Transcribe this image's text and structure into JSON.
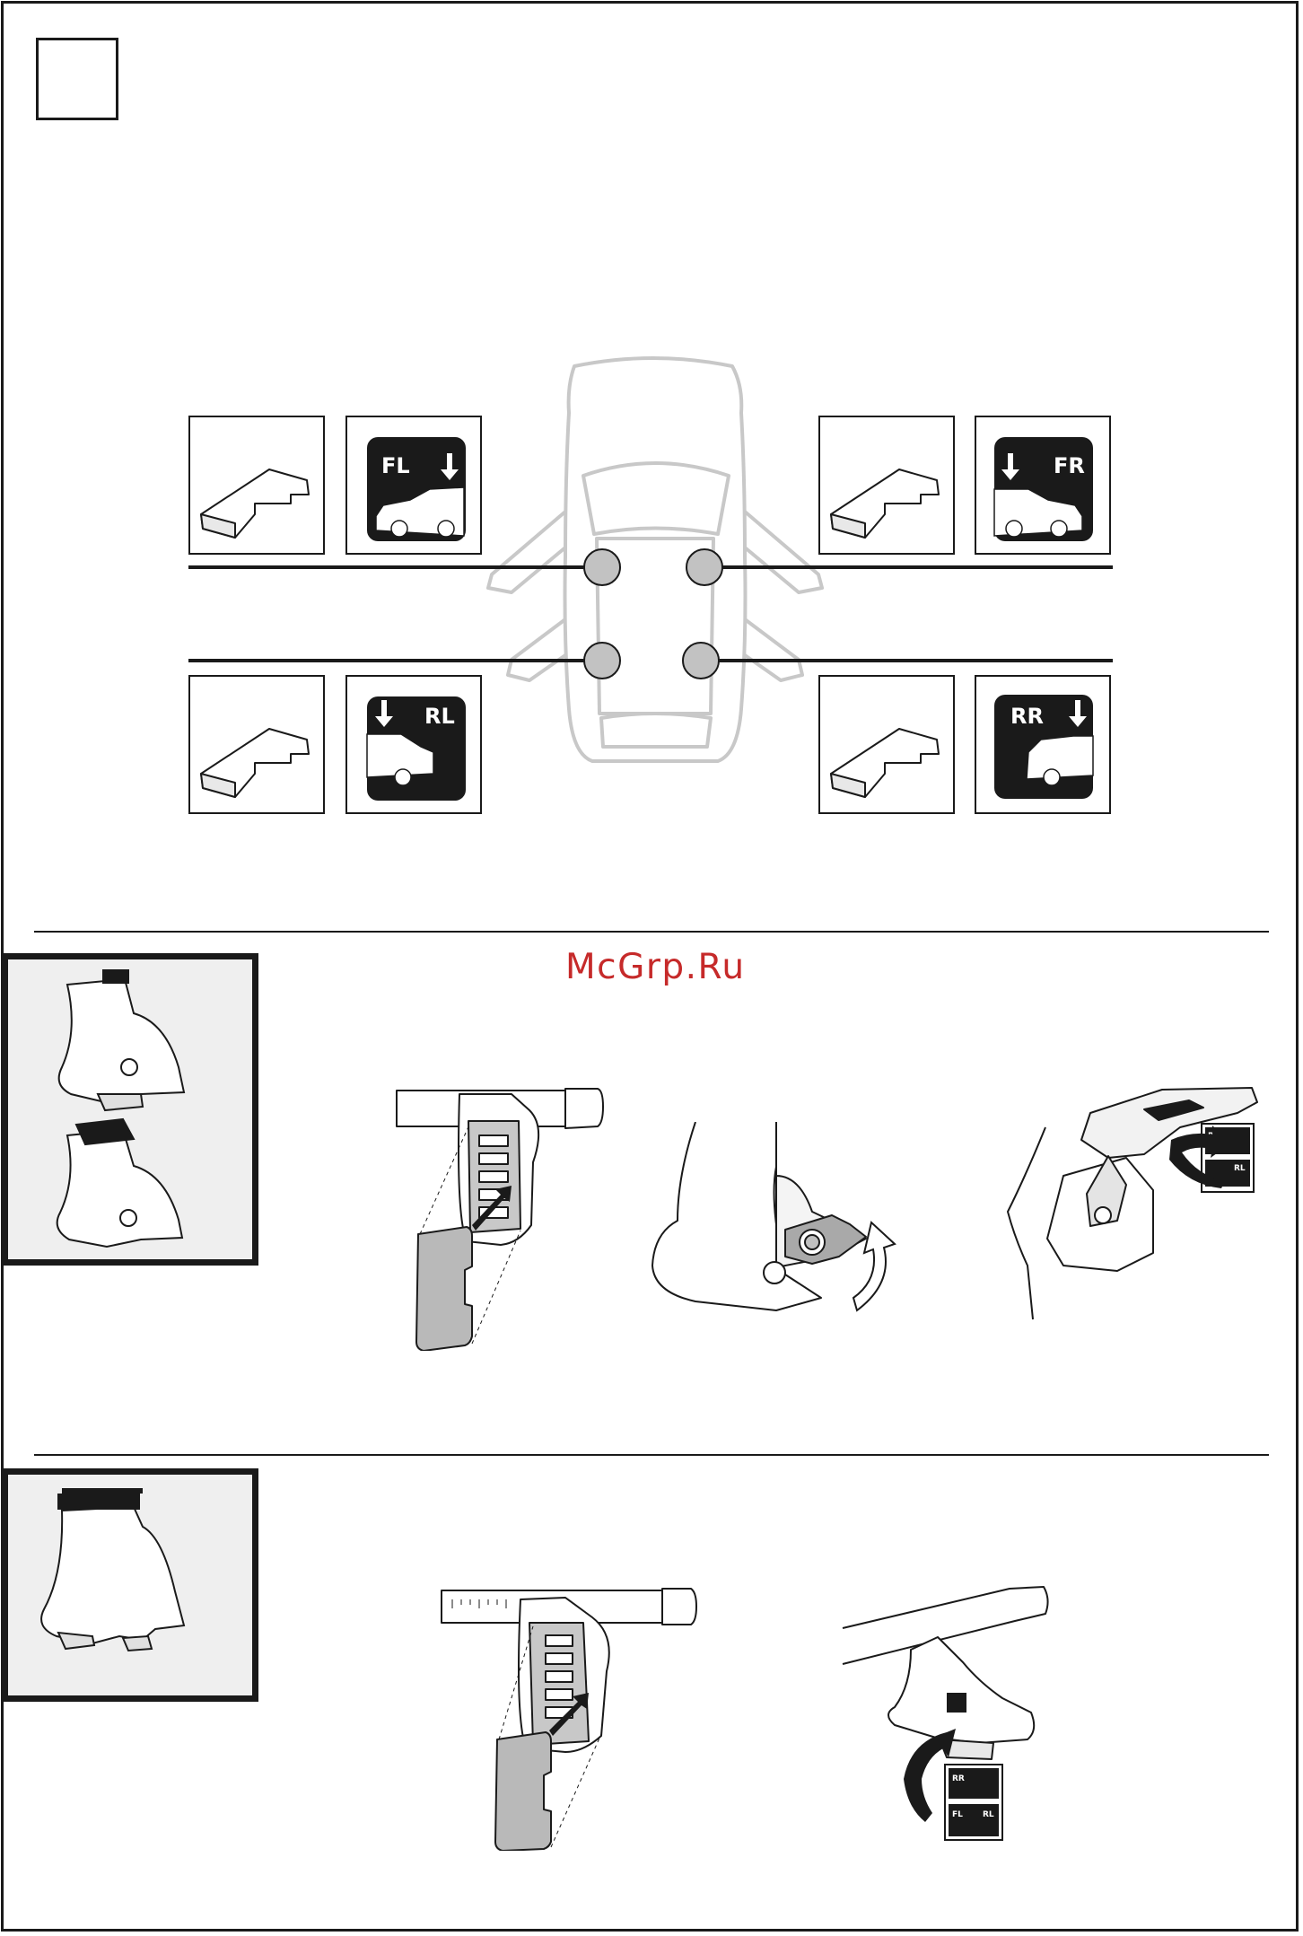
{
  "watermark": {
    "text": "McGrp.Ru",
    "color": "#c62a2a"
  },
  "positions": {
    "front_left": {
      "label": "FL"
    },
    "front_right": {
      "label": "FR"
    },
    "rear_left": {
      "label": "RL"
    },
    "rear_right": {
      "label": "RR"
    }
  },
  "mini_sticker": {
    "labels": [
      "RR",
      "RL",
      "FL",
      "RL"
    ]
  },
  "colors": {
    "ink": "#1a1a1a",
    "panel_bg": "#efefef",
    "marker": "#c2c2c2",
    "car_outline": "#c8c8c8"
  },
  "icons": [
    "foot-pad-icon",
    "car-sticker-icon",
    "arrow-down-icon",
    "curved-arrow-icon"
  ]
}
